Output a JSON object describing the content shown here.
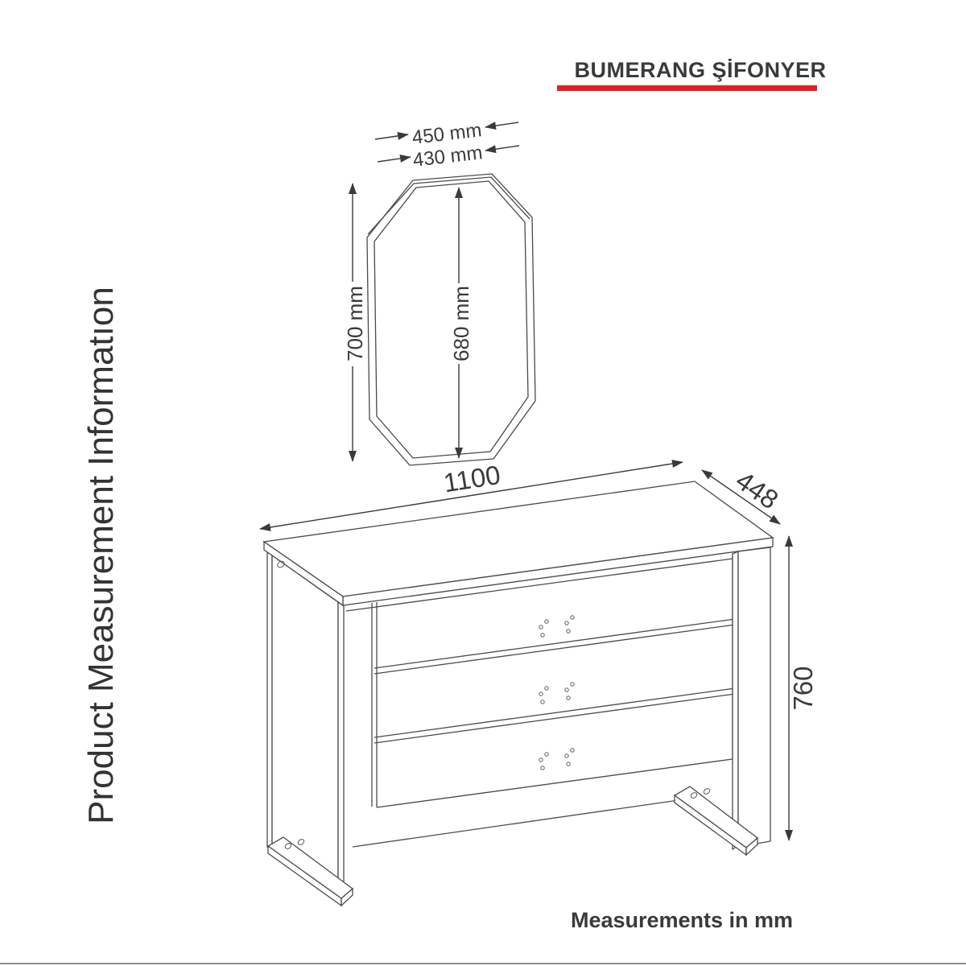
{
  "title": "BUMERANG ŞİFONYER",
  "side_label": "Product Measurement Informatıon",
  "footer": "Measurements in mm",
  "colors": {
    "accent_red": "#e31e24",
    "line": "#4a4a4a",
    "text": "#3a3a3a"
  },
  "mirror": {
    "width_outer": "450 mm",
    "width_inner": "430 mm",
    "height_outer": "700 mm",
    "height_inner": "680 mm"
  },
  "dresser": {
    "width": "1100",
    "depth": "448",
    "height": "760"
  }
}
